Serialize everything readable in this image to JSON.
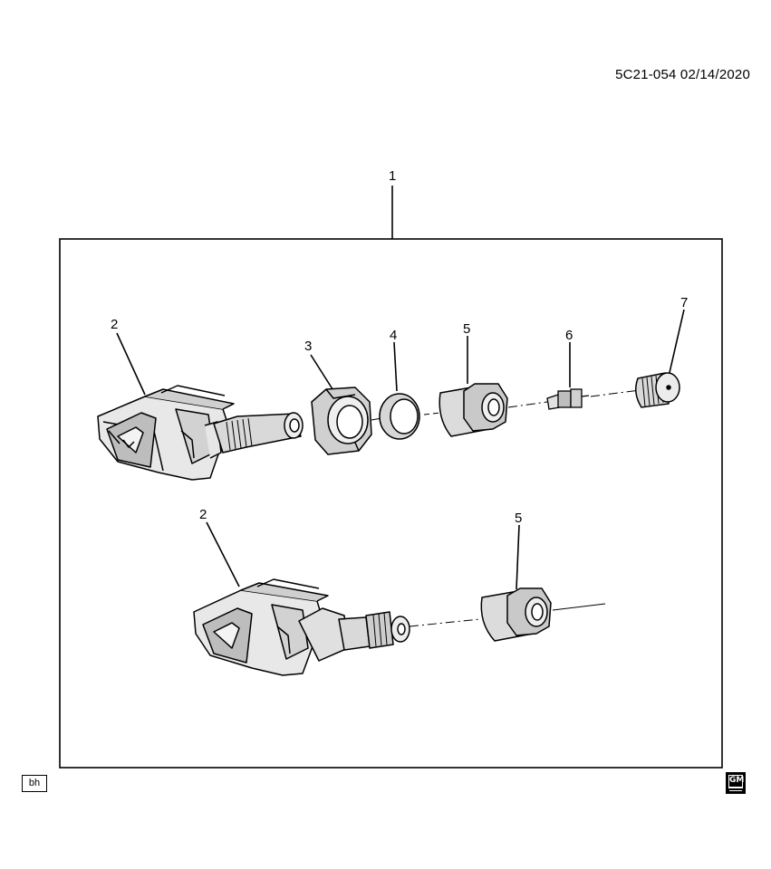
{
  "document": {
    "id_date": "5C21-054  02/14/2020",
    "corner_tag": "bh",
    "logo_text": "GM"
  },
  "callouts": {
    "assembly": "1",
    "sensor_top": "2",
    "nut": "3",
    "grommet": "4",
    "cap_top": "5",
    "valve_core": "6",
    "valve_cap": "7",
    "sensor_bottom": "2",
    "cap_bottom": "5"
  },
  "colors": {
    "line": "#000000",
    "background": "#ffffff",
    "body_shade": "#d9d9d9"
  }
}
